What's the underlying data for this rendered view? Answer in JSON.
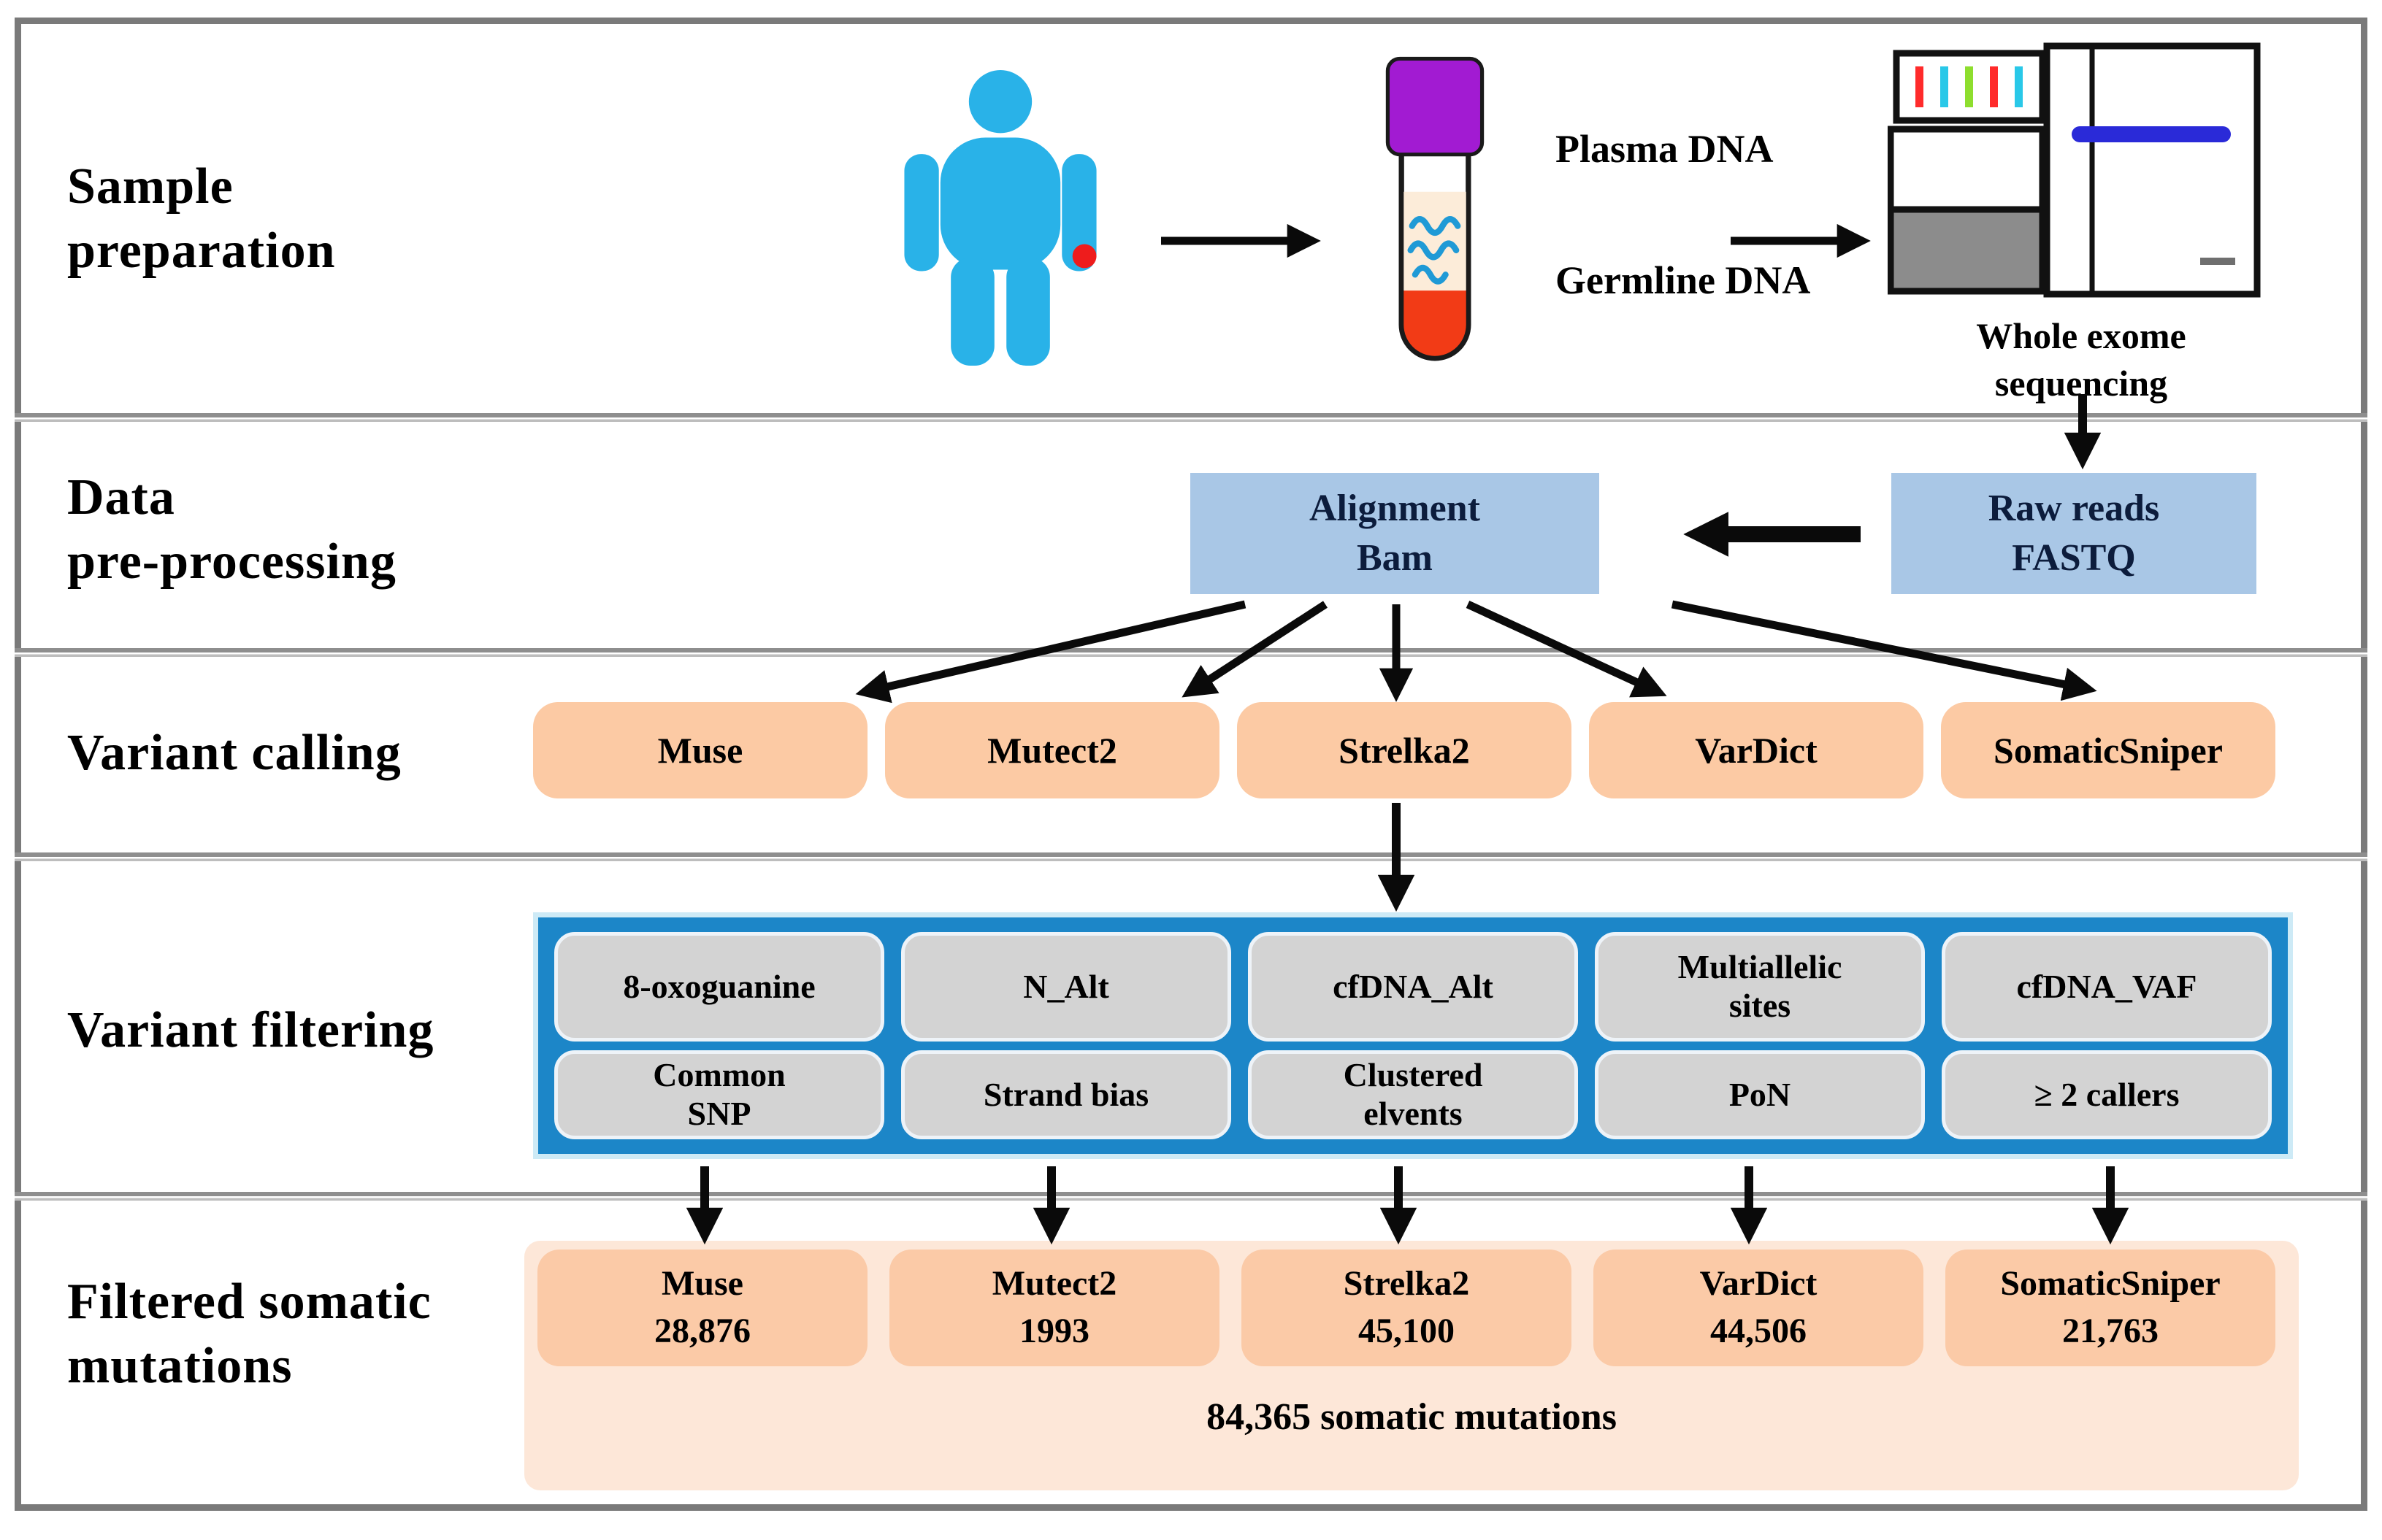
{
  "palette": {
    "person_blue": "#29b2e8",
    "tube_cap_purple": "#a21bd2",
    "blood_red": "#f23b16",
    "dna_blue": "#1f9ad6",
    "plasma_cream": "#fcecd9",
    "box_blue": "#a9c7e6",
    "box_blue_text": "#0c1c3c",
    "caller_peach": "#fccaa4",
    "filter_container_blue": "#1c86c8",
    "filter_box_gray": "#d3d3d3",
    "filtered_container_peach": "#fde7d8",
    "filtered_box_peach": "#fbcaa7",
    "border_gray": "#7a7a7a",
    "arrow_black": "#0a0a0a",
    "seq_bar_red": "#ff2b2b",
    "seq_bar_cyan": "#29c8e8",
    "seq_bar_green": "#8ede2e",
    "seq_blue_bar": "#2a2ad8",
    "seq_gray": "#8c8c8c"
  },
  "rows": {
    "sample_preparation": {
      "label_line1": "Sample",
      "label_line2": "preparation",
      "tube_label_top": "Plasma DNA",
      "tube_label_bottom": "Germline DNA",
      "sequencer_caption_line1": "Whole exome",
      "sequencer_caption_line2": "sequencing"
    },
    "data_preprocessing": {
      "label_line1": "Data",
      "label_line2": "pre-processing",
      "alignment_box_line1": "Alignment",
      "alignment_box_line2": "Bam",
      "raw_reads_box_line1": "Raw reads",
      "raw_reads_box_line2": "FASTQ"
    },
    "variant_calling": {
      "label": "Variant calling",
      "callers": [
        "Muse",
        "Mutect2",
        "Strelka2",
        "VarDict",
        "SomaticSniper"
      ]
    },
    "variant_filtering": {
      "label": "Variant filtering",
      "filters_row1": [
        "8-oxoguanine",
        "N_Alt",
        "cfDNA_Alt",
        "Multiallelic sites",
        "cfDNA_VAF"
      ],
      "filters_row2": [
        "Common SNP",
        "Strand bias",
        "Clustered elvents",
        "PoN",
        "≥ 2 callers"
      ]
    },
    "filtered_mutations": {
      "label_line1": "Filtered somatic",
      "label_line2": "mutations",
      "results": [
        {
          "caller": "Muse",
          "count": "28,876"
        },
        {
          "caller": "Mutect2",
          "count": "1993"
        },
        {
          "caller": "Strelka2",
          "count": "45,100"
        },
        {
          "caller": "VarDict",
          "count": "44,506"
        },
        {
          "caller": "SomaticSniper",
          "count": "21,763"
        }
      ],
      "total": "84,365 somatic mutations"
    }
  }
}
